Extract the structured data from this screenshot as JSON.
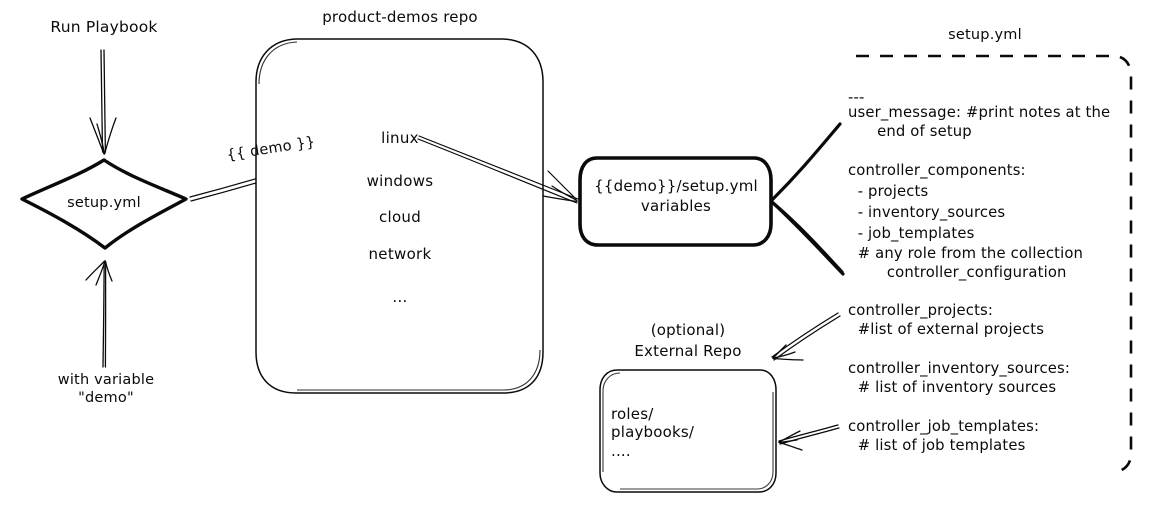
{
  "diagram": {
    "title_hidden": "",
    "ink_color": "#0a0a0a",
    "background": "#ffffff"
  },
  "entry": {
    "run_label": "Run Playbook",
    "with_variable_line1": "with variable",
    "with_variable_line2": "\"demo\""
  },
  "diamond": {
    "label": "setup.yml"
  },
  "edge_demo": {
    "label": "{{ demo }}"
  },
  "repo": {
    "title": "product-demos repo",
    "items": [
      "linux",
      "windows",
      "cloud",
      "network",
      "..."
    ]
  },
  "vars_box": {
    "line1": "{{demo}}/setup.yml",
    "line2": "variables"
  },
  "setup_panel": {
    "title": "setup.yml",
    "lines": [
      "---",
      "user_message: #print notes at the",
      "      end of setup",
      "",
      "controller_components:",
      "  - projects",
      "  - inventory_sources",
      "  - job_templates",
      "  # any role from the collection",
      "        controller_configuration",
      "",
      "controller_projects:",
      "  #list of external projects",
      "",
      "controller_inventory_sources:",
      "  # list of inventory sources",
      "",
      "controller_job_templates:",
      "  # list of job templates"
    ]
  },
  "external_repo": {
    "title_line1": "(optional)",
    "title_line2": "External Repo",
    "items": [
      "roles/",
      "playbooks/",
      "...."
    ]
  }
}
